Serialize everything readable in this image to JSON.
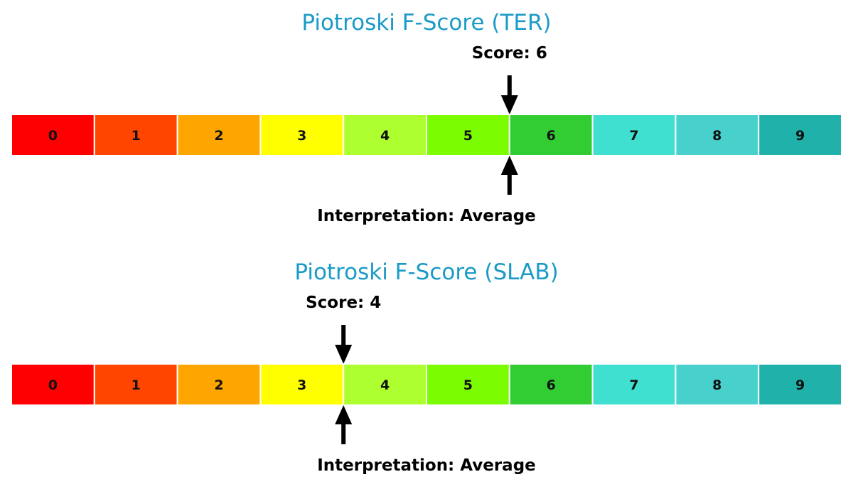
{
  "chart_data": [
    {
      "type": "gauge",
      "title": "Piotroski F-Score (TER)",
      "score_label": "Score: 6",
      "interpretation_label": "Interpretation: Average",
      "score": 6,
      "scale_min": 0,
      "scale_max": 9,
      "categories": [
        "0",
        "1",
        "2",
        "3",
        "4",
        "5",
        "6",
        "7",
        "8",
        "9"
      ]
    },
    {
      "type": "gauge",
      "title": "Piotroski F-Score (SLAB)",
      "score_label": "Score: 4",
      "interpretation_label": "Interpretation: Average",
      "score": 4,
      "scale_min": 0,
      "scale_max": 9,
      "categories": [
        "0",
        "1",
        "2",
        "3",
        "4",
        "5",
        "6",
        "7",
        "8",
        "9"
      ]
    }
  ],
  "colors": {
    "title": "#1a9bc7",
    "arrow": "#000000",
    "segments": [
      "#ff0000",
      "#ff4500",
      "#ffa500",
      "#ffff00",
      "#adff2f",
      "#7cfc00",
      "#32cd32",
      "#40e0d0",
      "#48d1cc",
      "#20b2aa"
    ]
  }
}
